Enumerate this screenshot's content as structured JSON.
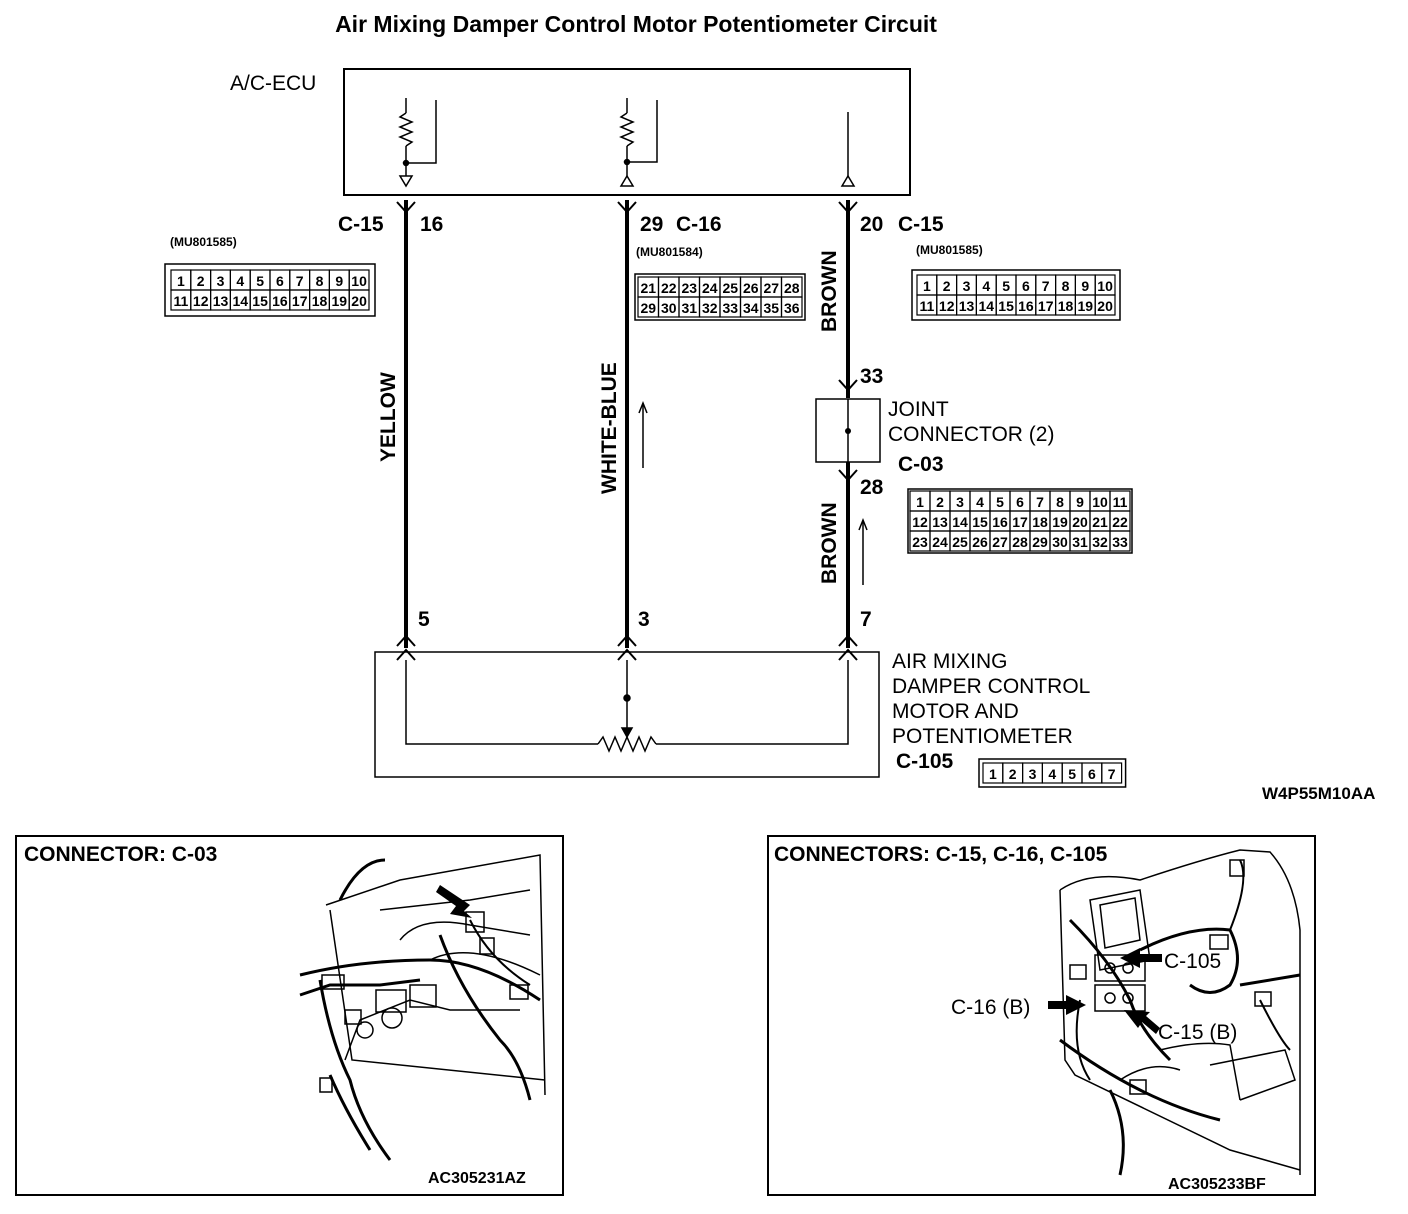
{
  "title": "Air Mixing Damper Control Motor Potentiometer Circuit",
  "ecu_label": "A/C-ECU",
  "ecu_terminals": [
    {
      "connector": "C-15",
      "pin": "16"
    },
    {
      "connector": "C-16",
      "pin": "29"
    },
    {
      "connector": "C-15",
      "pin": "20"
    }
  ],
  "connectors": {
    "c15_left": {
      "part": "(MU801585)",
      "rows": [
        [
          "1",
          "2",
          "3",
          "4",
          "5",
          "6",
          "7",
          "8",
          "9",
          "10"
        ],
        [
          "11",
          "12",
          "13",
          "14",
          "15",
          "16",
          "17",
          "18",
          "19",
          "20"
        ]
      ]
    },
    "c16": {
      "part": "(MU801584)",
      "rows": [
        [
          "21",
          "22",
          "23",
          "24",
          "25",
          "26",
          "27",
          "28"
        ],
        [
          "29",
          "30",
          "31",
          "32",
          "33",
          "34",
          "35",
          "36"
        ]
      ]
    },
    "c15_right": {
      "part": "(MU801585)",
      "rows": [
        [
          "1",
          "2",
          "3",
          "4",
          "5",
          "6",
          "7",
          "8",
          "9",
          "10"
        ],
        [
          "11",
          "12",
          "13",
          "14",
          "15",
          "16",
          "17",
          "18",
          "19",
          "20"
        ]
      ]
    },
    "c03": {
      "name": "C-03",
      "rows": [
        [
          "1",
          "2",
          "3",
          "4",
          "5",
          "6",
          "7",
          "8",
          "9",
          "10",
          "11"
        ],
        [
          "12",
          "13",
          "14",
          "15",
          "16",
          "17",
          "18",
          "19",
          "20",
          "21",
          "22"
        ],
        [
          "23",
          "24",
          "25",
          "26",
          "27",
          "28",
          "29",
          "30",
          "31",
          "32",
          "33"
        ]
      ]
    },
    "c105": {
      "name": "C-105",
      "rows": [
        [
          "1",
          "2",
          "3",
          "4",
          "5",
          "6",
          "7"
        ]
      ]
    }
  },
  "wires": {
    "yellow": "YELLOW",
    "white_blue": "WHITE-BLUE",
    "brown_upper": "BROWN",
    "brown_lower": "BROWN"
  },
  "joint": {
    "label1": "JOINT",
    "label2": "CONNECTOR (2)",
    "pin_top": "33",
    "pin_bottom": "28"
  },
  "motor": {
    "line1": "AIR MIXING",
    "line2": "DAMPER CONTROL",
    "line3": "MOTOR AND",
    "line4": "POTENTIOMETER",
    "pins": [
      "5",
      "3",
      "7"
    ]
  },
  "diagram_code": "W4P55M10AA",
  "panel_left": {
    "title": "CONNECTOR: C-03",
    "code": "AC305231AZ"
  },
  "panel_right": {
    "title": "CONNECTORS: C-15, C-16, C-105",
    "code": "AC305233BF",
    "callouts": [
      "C-105",
      "C-16 (B)",
      "C-15 (B)"
    ]
  }
}
